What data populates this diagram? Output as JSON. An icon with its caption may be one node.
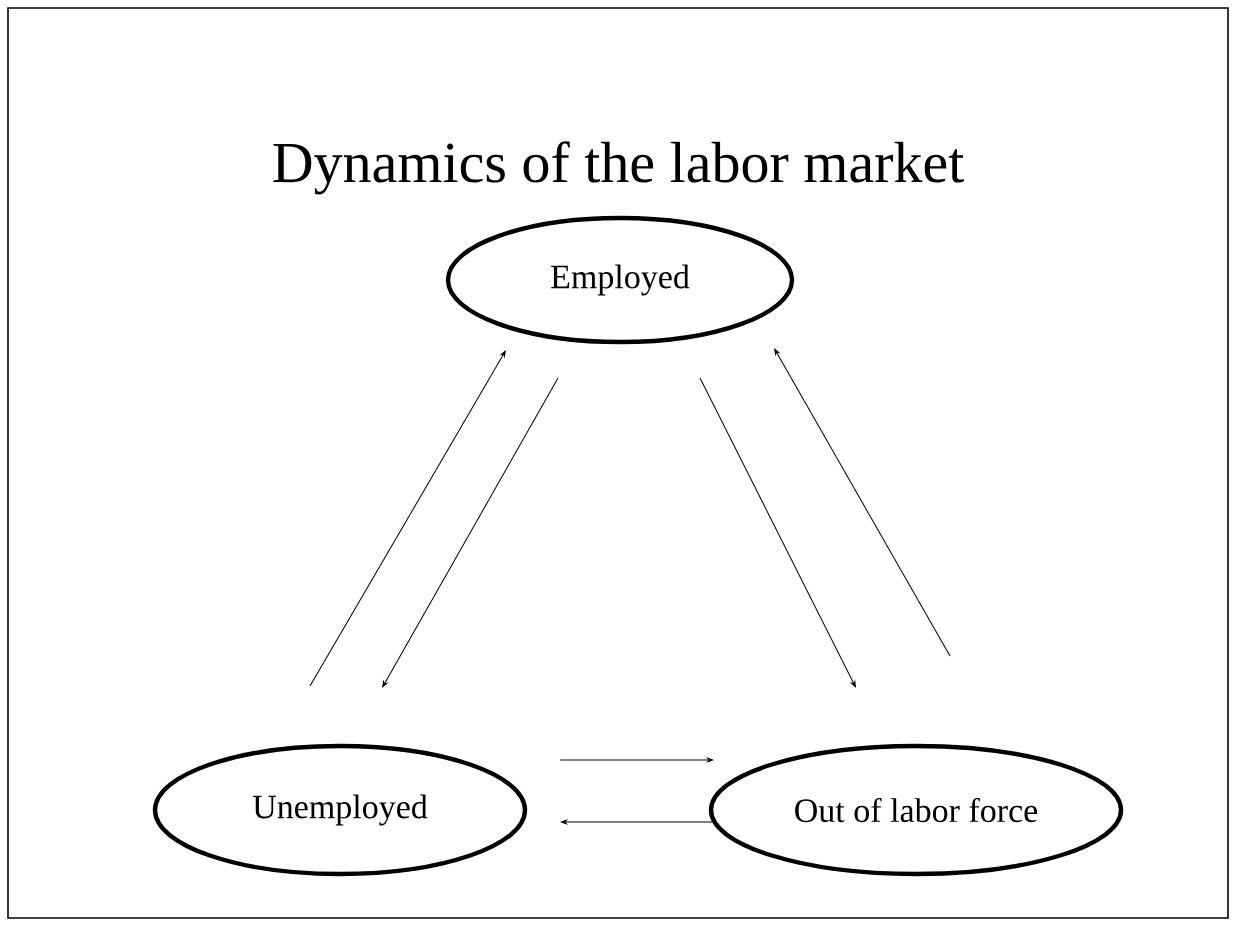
{
  "diagram": {
    "title": "Dynamics of the labor market",
    "nodes": [
      {
        "text": [
          "Employed"
        ]
      },
      {
        "text": [
          "Unemployed"
        ]
      },
      {
        "text": [
          "Out of labor force"
        ]
      }
    ],
    "edges": [
      {
        "from": 1,
        "to": 0,
        "arrow": "to"
      },
      {
        "from": 0,
        "to": 1,
        "arrow": "to"
      },
      {
        "from": 0,
        "to": 2,
        "arrow": "to"
      },
      {
        "from": 2,
        "to": 0,
        "arrow": "to"
      },
      {
        "from": 1,
        "to": 2,
        "arrow": "to"
      },
      {
        "from": 2,
        "to": 1,
        "arrow": "to"
      }
    ]
  }
}
